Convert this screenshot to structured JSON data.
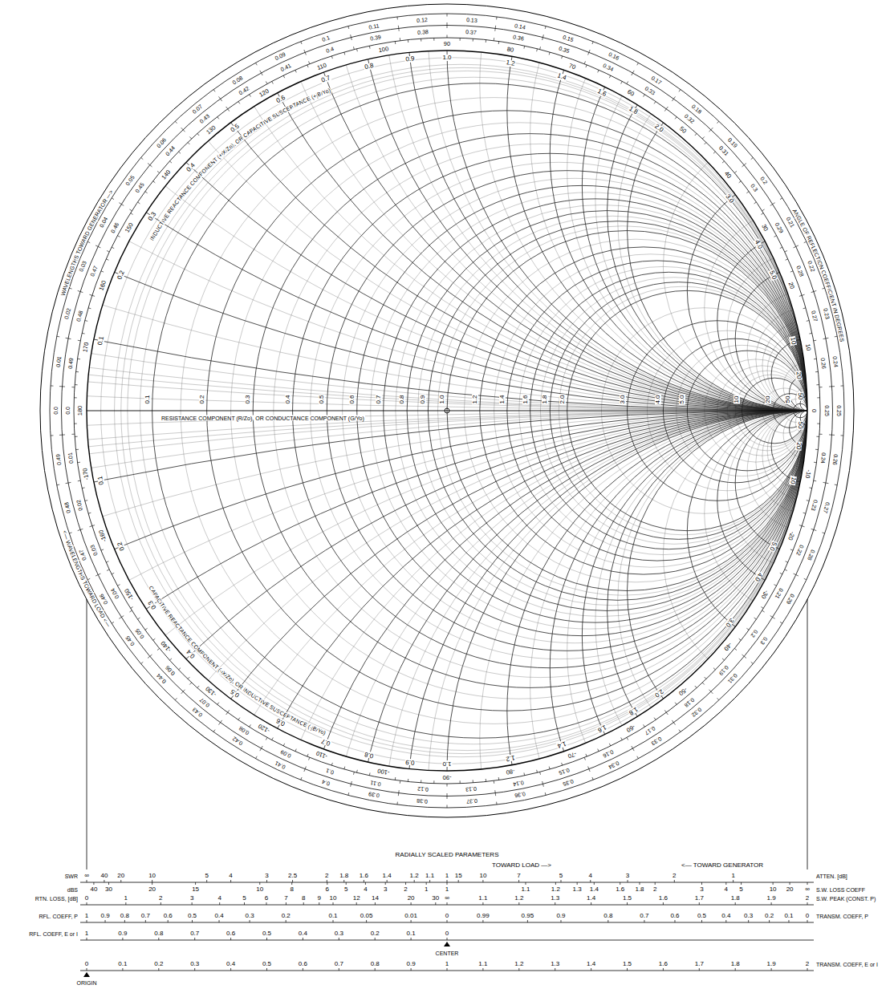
{
  "diagram": {
    "labels": [
      "0.1",
      "0.2",
      "0.3",
      "0.4",
      "0.5",
      "0.6",
      "0.7",
      "0.8",
      "0.9",
      "1.0",
      "1.2",
      "1.4",
      "1.6",
      "1.8",
      "2.0",
      "3.0",
      "4.0",
      "5.0",
      "10",
      "20",
      "50",
      "0.1",
      "0.2",
      "0.3",
      "0.4",
      "0.5",
      "0.6",
      "0.7",
      "0.8",
      "0.9",
      "1.0",
      "1.2",
      "1.4",
      "1.6",
      "1.8",
      "2.0",
      "3.0",
      "4.0",
      "5.0",
      "10",
      "20",
      "50",
      "0.1",
      "0.2",
      "0.3",
      "0.4",
      "0.5",
      "0.6",
      "0.7",
      "0.8",
      "0.9",
      "1.0",
      "1.2",
      "1.4",
      "1.6",
      "1.8",
      "2.0",
      "3.0",
      "4.0",
      "5.0",
      "10",
      "20",
      "50",
      "0",
      "10",
      "20",
      "30",
      "40",
      "50",
      "60",
      "70",
      "80",
      "90",
      "100",
      "110",
      "120",
      "130",
      "140",
      "150",
      "160",
      "170",
      "180",
      "-10",
      "-20",
      "-30",
      "-40",
      "-50",
      "-60",
      "-70",
      "-80",
      "-90",
      "-100",
      "-110",
      "-120",
      "-130",
      "-140",
      "-150",
      "-160",
      "-170",
      "0.0",
      "0.01",
      "0.02",
      "0.03",
      "0.04",
      "0.05",
      "0.06",
      "0.07",
      "0.08",
      "0.09",
      "0.1",
      "0.11",
      "0.12",
      "0.13",
      "0.14",
      "0.15",
      "0.16",
      "0.17",
      "0.18",
      "0.19",
      "0.2",
      "0.21",
      "0.22",
      "0.23",
      "0.24",
      "0.25",
      "0.26",
      "0.27",
      "0.28",
      "0.29",
      "0.3",
      "0.31",
      "0.32",
      "0.33",
      "0.34",
      "0.35",
      "0.36",
      "0.37",
      "0.38",
      "0.39",
      "0.4",
      "0.41",
      "0.42",
      "0.43",
      "0.44",
      "0.45",
      "0.46",
      "0.47",
      "0.48",
      "0.49",
      "0.0",
      "0.01",
      "0.02",
      "0.03",
      "0.04",
      "0.05",
      "0.06",
      "0.07",
      "0.08",
      "0.09",
      "0.1",
      "0.11",
      "0.12",
      "0.13",
      "0.14",
      "0.15",
      "0.16",
      "0.17",
      "0.18",
      "0.19",
      "0.2",
      "0.21",
      "0.22",
      "0.23",
      "0.24",
      "0.25",
      "0.26",
      "0.27",
      "0.28",
      "0.29",
      "0.3",
      "0.31",
      "0.32",
      "0.33",
      "0.34",
      "0.35",
      "0.36",
      "0.37",
      "0.38",
      "0.39",
      "0.4",
      "0.41",
      "0.42",
      "0.43",
      "0.44",
      "0.45",
      "0.46",
      "0.47",
      "0.48",
      "0.49",
      "WAVELENGTHS TOWARD GENERATOR —>",
      "<— WAVELENGTHS TOWARD LOAD <—",
      "ANGLE OF REFLECTION COEFFICIENT IN DEGREES",
      "INDUCTIVE REACTANCE COMPONENT (+jX/Zo), OR CAPACITIVE SUSCEPTANCE (+jB/Yo)",
      "CAPACITIVE REACTANCE COMPONENT (-jX/Zo), OR INDUCTIVE SUSCEPTANCE (-jB/Yo)",
      "RESISTANCE COMPONENT (R/Zo), OR CONDUCTANCE COMPONENT (G/Yo)",
      "RADIALLY SCALED PARAMETERS",
      "TOWARD LOAD —>",
      "<— TOWARD GENERATOR",
      "∞",
      "40",
      "20",
      "10",
      "5",
      "4",
      "3",
      "2.5",
      "2",
      "1.8",
      "1.6",
      "1.4",
      "1.2",
      "1.1",
      "1",
      "40",
      "30",
      "20",
      "15",
      "10",
      "8",
      "6",
      "5",
      "4",
      "3",
      "2",
      "1",
      "0",
      "1",
      "2",
      "3",
      "4",
      "5",
      "6",
      "7",
      "8",
      "9",
      "10",
      "12",
      "14",
      "20",
      "30",
      "∞",
      "1",
      "0.9",
      "0.8",
      "0.7",
      "0.6",
      "0.5",
      "0.4",
      "0.3",
      "0.2",
      "0.1",
      "0.05",
      "0.01",
      "0",
      "1",
      "0.9",
      "0.8",
      "0.7",
      "0.6",
      "0.5",
      "0.4",
      "0.3",
      "0.2",
      "0.1",
      "0",
      "1",
      "2",
      "3",
      "4",
      "5",
      "7",
      "10",
      "15",
      "1",
      "1.1",
      "1.2",
      "1.3",
      "1.4",
      "1.6",
      "1.8",
      "2",
      "3",
      "4",
      "5",
      "10",
      "20",
      "∞",
      "1.1",
      "1.2",
      "1.3",
      "1.4",
      "1.5",
      "1.6",
      "1.7",
      "1.8",
      "1.9",
      "2",
      "0.99",
      "0.95",
      "0.9",
      "0.8",
      "0.7",
      "0.6",
      "0.5",
      "0.4",
      "0.3",
      "0.2",
      "0.1",
      "0",
      "0",
      "0.1",
      "0.2",
      "0.3",
      "0.4",
      "0.5",
      "0.6",
      "0.7",
      "0.8",
      "0.9",
      "1",
      "1.1",
      "1.2",
      "1.3",
      "1.4",
      "1.5",
      "1.6",
      "1.7",
      "1.8",
      "1.9",
      "2",
      "SWR",
      "dBS",
      "RTN. LOSS, [dB]",
      "RFL. COEFF, P",
      "RFL. COEFF, E or I",
      "ATTEN. [dB]",
      "S.W. LOSS COEFF",
      "S.W. PEAK (CONST. P)",
      "TRANSM. COEFF, P",
      "TRANSM. COEFF, E or I",
      "CENTER",
      "ORIGIN"
    ]
  }
}
